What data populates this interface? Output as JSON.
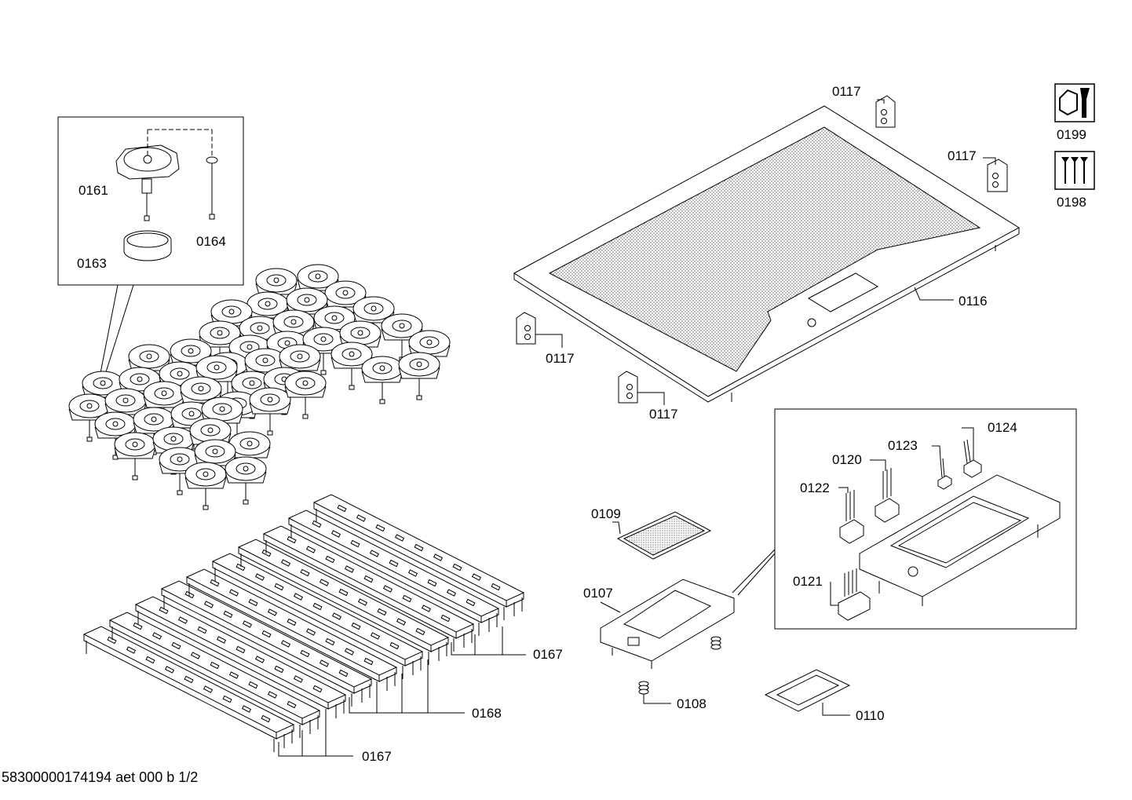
{
  "labels": {
    "p0161": "0161",
    "p0163": "0163",
    "p0164": "0164",
    "p0117a": "0117",
    "p0117b": "0117",
    "p0117c": "0117",
    "p0117d": "0117",
    "p0116": "0116",
    "p0199": "0199",
    "p0198": "0198",
    "p0124": "0124",
    "p0123": "0123",
    "p0120": "0120",
    "p0122": "0122",
    "p0121": "0121",
    "p0109": "0109",
    "p0107": "0107",
    "p0108": "0108",
    "p0110": "0110",
    "p0167a": "0167",
    "p0168": "0168",
    "p0167b": "0167"
  },
  "footer": "58300000174194 aet 000 b 1/2",
  "icons": [
    "service-tool-icon",
    "screws-icon"
  ]
}
